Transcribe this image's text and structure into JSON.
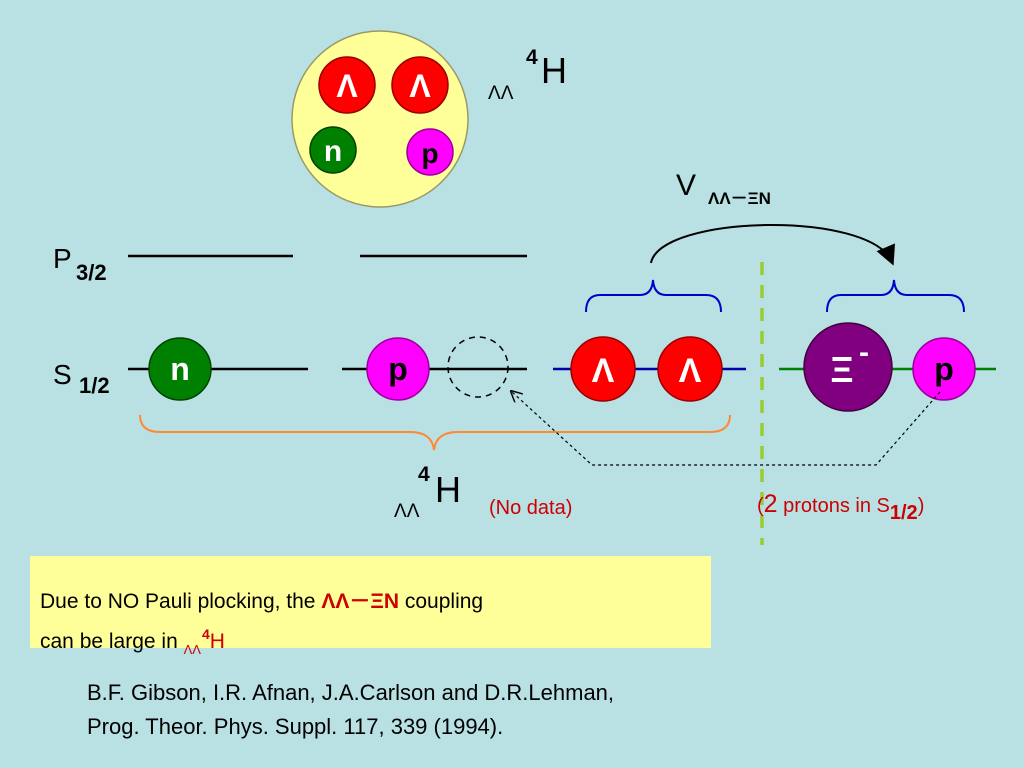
{
  "particles": {
    "lambda": "Λ",
    "neutron": "n",
    "proton": "p",
    "xi": "Ξ",
    "xi_charge": "-"
  },
  "hypernucleus": {
    "prefix": "ΛΛ",
    "mass_number": "4",
    "element": "H"
  },
  "levels": {
    "p32_letter": "P",
    "p32_sub": "3/2",
    "s12_letter": "S",
    "s12_sub": "1/2"
  },
  "potential": {
    "letter": "V",
    "sub": "ΛΛ－ΞN"
  },
  "notes": {
    "no_data": "(No data)",
    "protons_open": "(",
    "protons_num": "2",
    "protons_text": " protons in S",
    "protons_sub": "1/2",
    "protons_close": ")"
  },
  "box": {
    "line1_a": "Due to  NO Pauli plocking,  the ",
    "line1_red": "ΛΛ－ΞN",
    "line1_b": " coupling",
    "line2_a": "can be large in ",
    "line2_prefix": "ΛΛ",
    "line2_sup": "4",
    "line2_el": "H"
  },
  "reference": {
    "line1": "B.F. Gibson, I.R. Afnan, J.A.Carlson and D.R.Lehman,",
    "line2": "Prog. Theor. Phys. Suppl. 117, 339 (1994)."
  },
  "colors": {
    "background": "#b9e0e3",
    "lambda": "#ff0000",
    "neutron": "#008000",
    "proton": "#ff00ff",
    "xi": "#800080",
    "nucleus": "#ffff99",
    "bracket_orange": "#ff8833",
    "bracket_blue": "#0000cc",
    "divider": "#99cc33",
    "text_red": "#cc0000"
  }
}
